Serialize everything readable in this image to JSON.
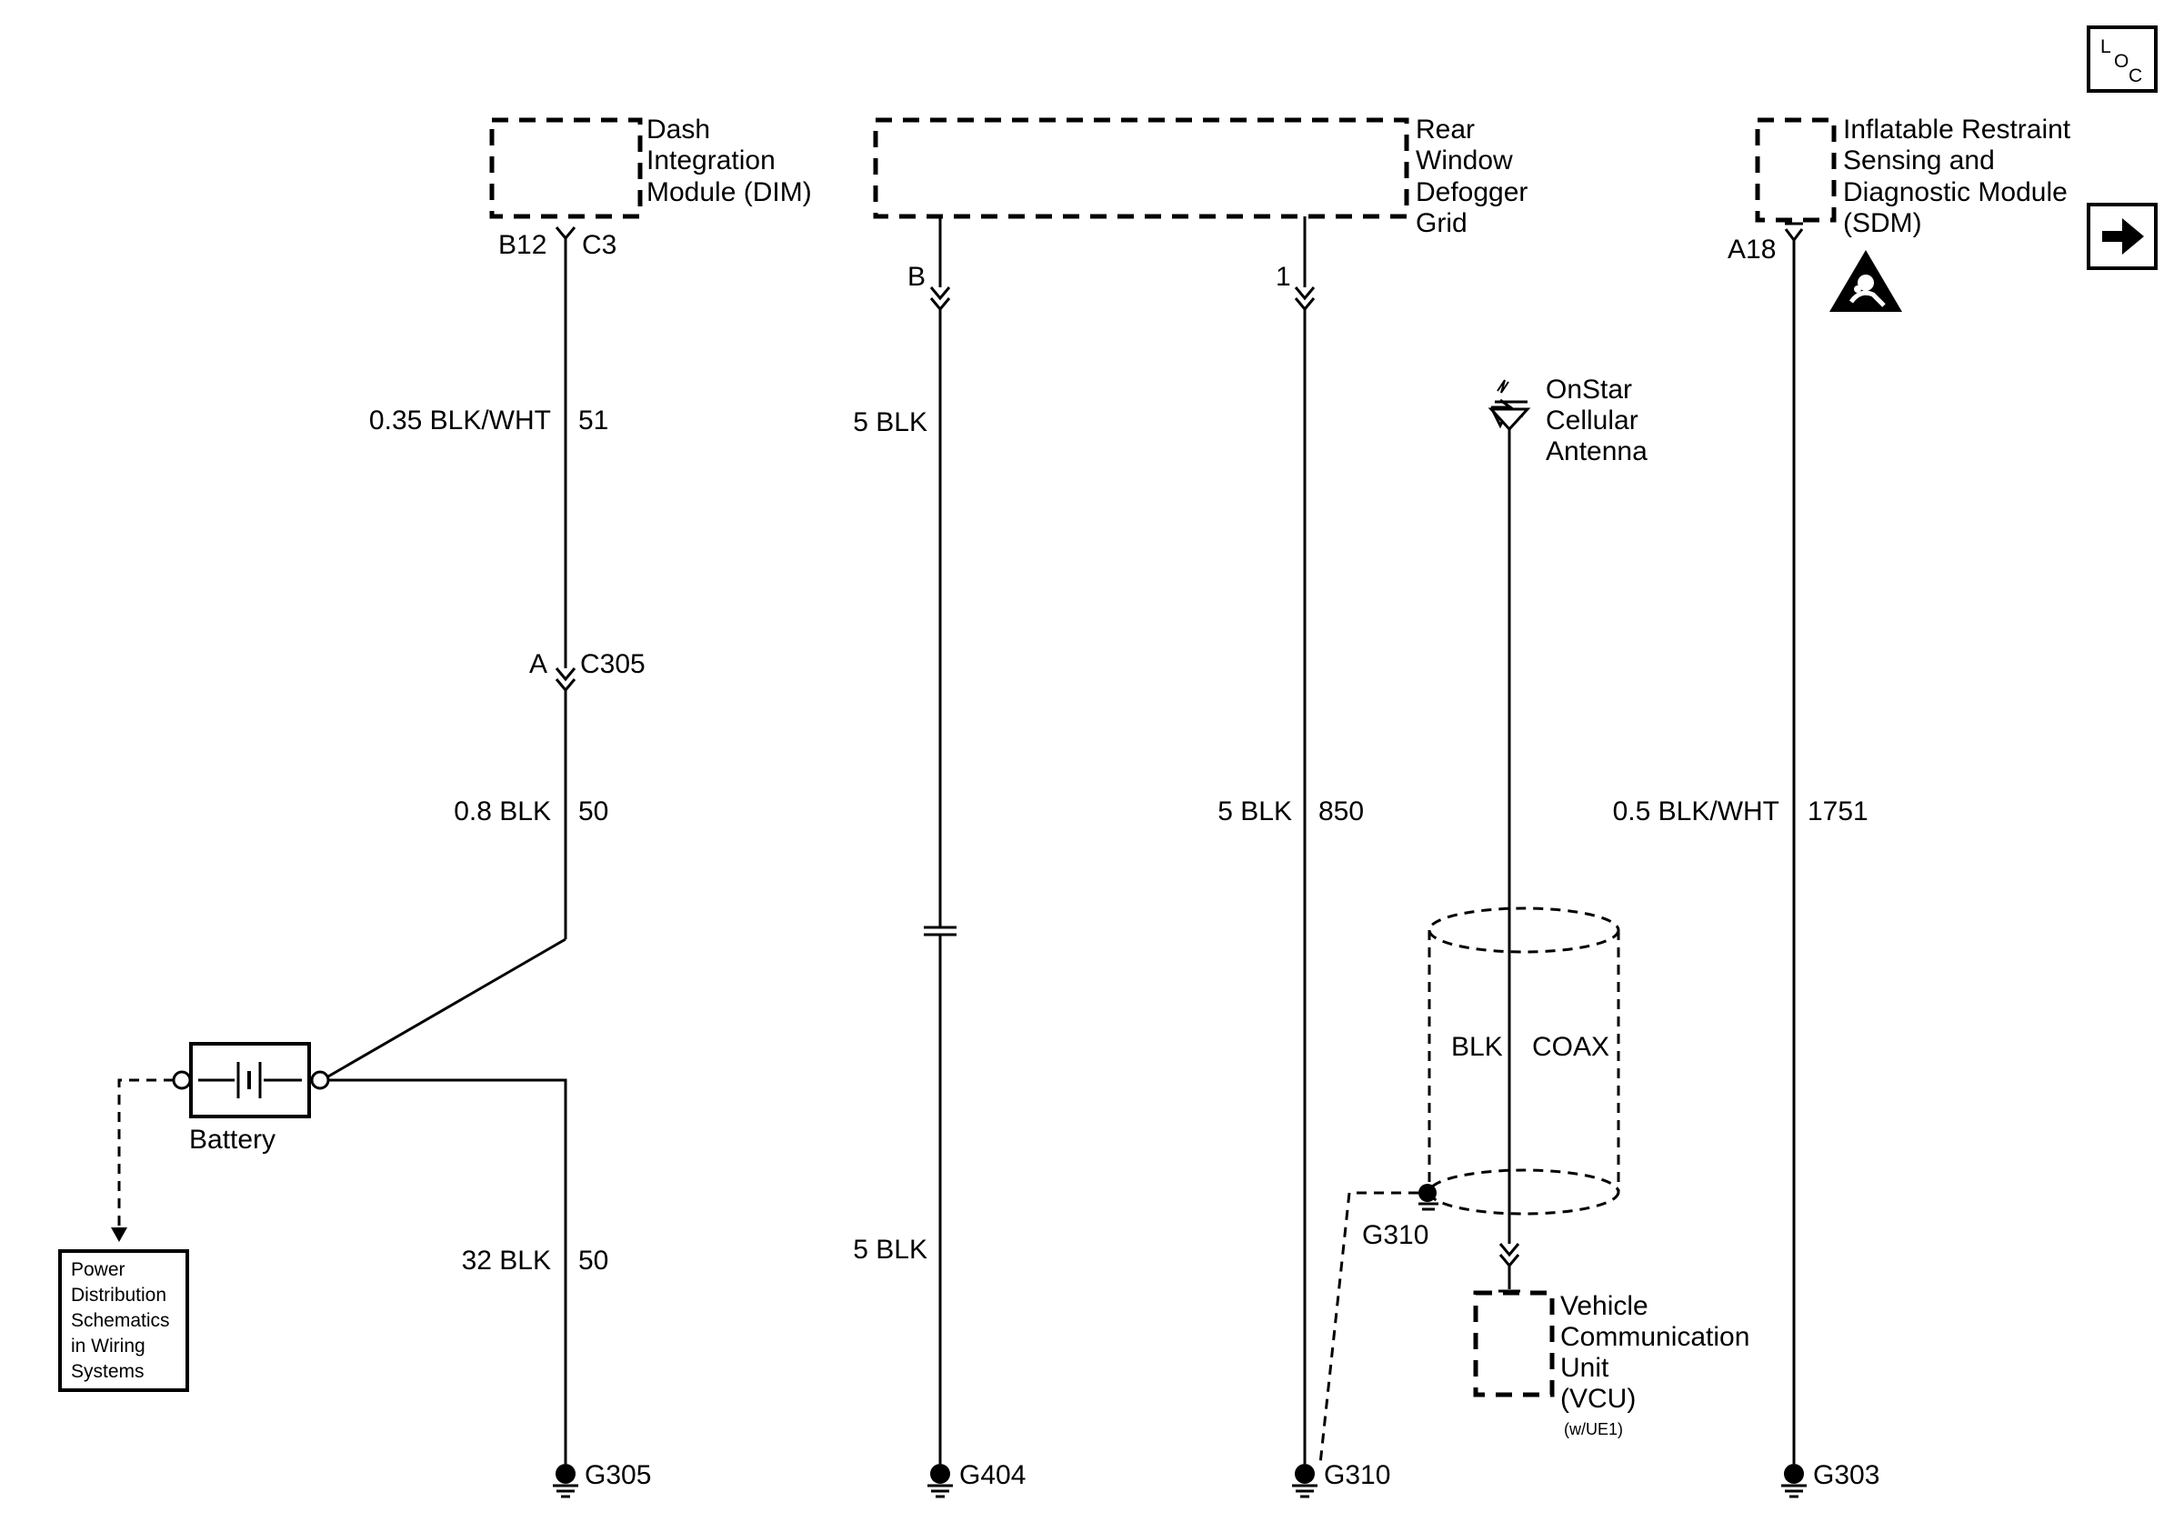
{
  "loc_icon": {
    "label_l": "L",
    "label_o": "O",
    "label_c": "C"
  },
  "nav_icon": "arrow-right-icon",
  "airbag_icon": "airbag-warning-icon",
  "components": {
    "dim": {
      "line1": "Dash",
      "line2": "Integration",
      "line3": "Module (DIM)",
      "pin_left": "B12",
      "pin_right": "C3"
    },
    "defogger": {
      "line1": "Rear",
      "line2": "Window",
      "line3": "Defogger",
      "line4": "Grid",
      "pin_b": "B",
      "pin_1": "1"
    },
    "sdm": {
      "line1": "Inflatable Restraint",
      "line2": "Sensing and",
      "line3": "Diagnostic Module",
      "line4": "(SDM)",
      "pin": "A18"
    },
    "onstar": {
      "line1": "OnStar",
      "line2": "Cellular",
      "line3": "Antenna"
    },
    "vcu": {
      "line1": "Vehicle",
      "line2": "Communication",
      "line3": "Unit",
      "line4": "(VCU)",
      "note": "(w/UE1)"
    },
    "battery": {
      "label": "Battery"
    },
    "power_dist": {
      "line1": "Power",
      "line2": "Distribution",
      "line3": "Schematics",
      "line4": "in Wiring",
      "line5": "Systems"
    },
    "c305": {
      "pin": "A",
      "name": "C305"
    },
    "coax": {
      "left": "BLK",
      "right": "COAX"
    }
  },
  "wires": {
    "dim_upper": {
      "spec": "0.35 BLK/WHT",
      "circuit": "51"
    },
    "dim_lower": {
      "spec": "0.8 BLK",
      "circuit": "50"
    },
    "battery_ground": {
      "spec": "32 BLK",
      "circuit": "50"
    },
    "defog_b_upper": {
      "spec": "5 BLK"
    },
    "defog_b_lower": {
      "spec": "5 BLK"
    },
    "defog_1": {
      "spec": "5 BLK",
      "circuit": "850"
    },
    "sdm": {
      "spec": "0.5 BLK/WHT",
      "circuit": "1751"
    }
  },
  "grounds": {
    "g305": "G305",
    "g404": "G404",
    "g310": "G310",
    "g310_shield": "G310",
    "g303": "G303"
  }
}
